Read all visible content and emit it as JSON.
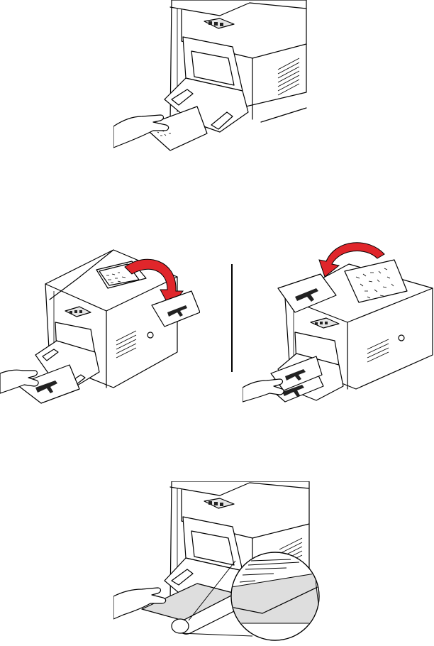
{
  "figures": [
    {
      "id": "load-single-sheet"
    },
    {
      "id": "manual-duplex-first-side"
    },
    {
      "id": "manual-duplex-second-side"
    },
    {
      "id": "transparency-loading"
    }
  ],
  "colors": {
    "line": "#000000",
    "arrow_fill": "#e0262b",
    "paper": "#ffffff",
    "transparency": "#dedede"
  },
  "icons": [
    "printer-icon",
    "hand-icon",
    "flip-arrow-icon",
    "magnifier-icon"
  ]
}
